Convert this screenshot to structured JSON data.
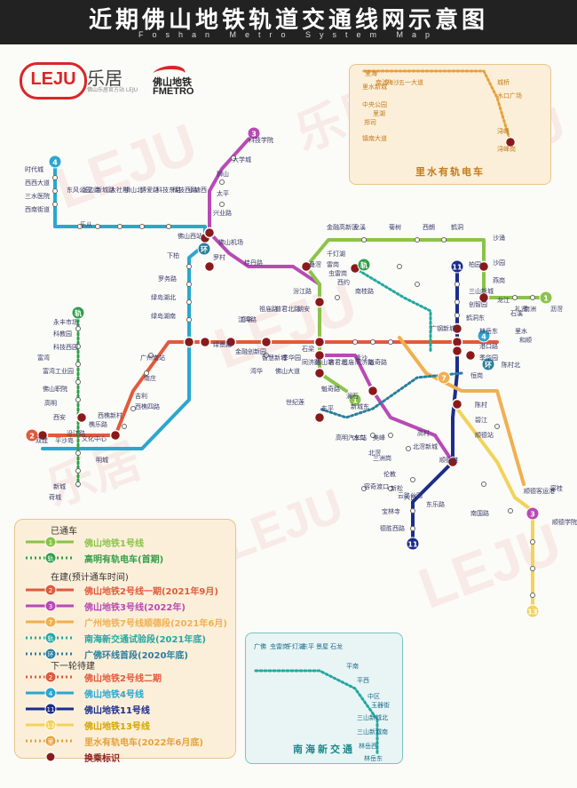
{
  "header": {
    "title": "近期佛山地铁轨道交通线网示意图",
    "subtitle": "Foshan Metro System Map"
  },
  "logos": {
    "leju_badge": "LEJU",
    "leju_cn": "乐居",
    "leju_sub": "佛山乐居官方站 LEJU",
    "fmetro_cn": "佛山地铁",
    "fmetro_en": "FMETRO"
  },
  "watermarks": [
    "LEJU",
    "乐居",
    "LEJU",
    "乐居",
    "LEJU",
    "LEJU",
    "乐居",
    "LEJU"
  ],
  "colors": {
    "line1": "#8bc34a",
    "line2": "#e15a3c",
    "line3": "#b84ab5",
    "line4": "#2aa7cf",
    "line7": "#f0b050",
    "line11": "#1c2d8a",
    "line13": "#f2d35a",
    "loop": "#2a7f9e",
    "nanhai": "#23a8a0",
    "gaoming": "#2fa04a",
    "transfer": "#8a1a1a"
  },
  "line_badges": [
    {
      "text": "1",
      "color": "#8bc34a"
    },
    {
      "text": "1",
      "color": "#8bc34a"
    },
    {
      "text": "2",
      "color": "#e15a3c"
    },
    {
      "text": "3",
      "color": "#b84ab5"
    },
    {
      "text": "3",
      "color": "#b84ab5"
    },
    {
      "text": "4",
      "color": "#2aa7cf"
    },
    {
      "text": "4",
      "color": "#2aa7cf"
    },
    {
      "text": "7",
      "color": "#f0b050"
    },
    {
      "text": "11",
      "color": "#1c2d8a"
    },
    {
      "text": "11",
      "color": "#1c2d8a"
    },
    {
      "text": "13",
      "color": "#f2d35a"
    },
    {
      "text": "环",
      "color": "#2a7f9e"
    },
    {
      "text": "环",
      "color": "#2a7f9e"
    },
    {
      "text": "轨",
      "color": "#2fa04a"
    },
    {
      "text": "轨",
      "color": "#2fa04a"
    }
  ],
  "stations": [
    "时代城",
    "西西大道",
    "三水医院",
    "西南街道",
    "东风公园",
    "张边路",
    "新城路",
    "大社村",
    "狮山北",
    "博爱路",
    "科技东路",
    "科技西路",
    "小塘西",
    "科技学院",
    "大学城",
    "狮山",
    "太平",
    "兴业路",
    "佛山西站",
    "佛山机场",
    "罗村",
    "桂丹路",
    "下柏",
    "罗务路",
    "绿岛湖北",
    "绿岛湖南",
    "金融高新区",
    "龙溪",
    "菊树",
    "西朗",
    "鹤洞",
    "沙涌",
    "千灯湖",
    "雷岗",
    "虫雷岗",
    "叠滘",
    "西约",
    "南桂路",
    "礼贤",
    "沙园",
    "燕岗",
    "南洲",
    "石溪",
    "沥滘",
    "祖庙路",
    "普君北路",
    "朝安",
    "季华园",
    "同济路",
    "魁奇路",
    "澜石",
    "世纪莲",
    "东平",
    "新城东",
    "三山新城",
    "创智园",
    "鹤洞东",
    "广钢新城",
    "柏园",
    "汾江路",
    "湾华",
    "江湾路",
    "绿景路",
    "金融创新园",
    "智慧新城",
    "佛山大道",
    "湾华",
    "石梁",
    "佛山站",
    "普君北",
    "祖庙",
    "同济路",
    "魁奇路",
    "季华园",
    "林岳东",
    "港口路",
    "陈村北",
    "广州南站",
    "南庄",
    "吉利",
    "西樵四路",
    "西樵新村",
    "樵乐路",
    "恒岗",
    "陈村",
    "碧江",
    "顺德站",
    "永丰市场",
    "科教园",
    "科技西园",
    "富湾",
    "富湾工业园",
    "佛山职院",
    "高明",
    "西安",
    "双建",
    "平沙岛",
    "沿江路",
    "文化中心",
    "明城",
    "新城",
    "荷城",
    "高明汽车站",
    "水口",
    "美峰",
    "北滘",
    "高村",
    "北滘新城",
    "三洲岗",
    "伦教",
    "顺德港",
    "云路公园",
    "宝林寺",
    "德胜西路",
    "容奇渡口",
    "新松",
    "大良",
    "东乐路",
    "南国路",
    "容桂",
    "顺德学院",
    "顺德客运港",
    "逢沙",
    "乐从",
    "龙江",
    "里水",
    "和顺",
    "金沙洲"
  ],
  "tram_box": {
    "title": "里水有轨电车",
    "stations": [
      "里海",
      "南浦",
      "梅沙",
      "五一大道",
      "里湖",
      "城桥",
      "水口广场",
      "里水新城",
      "中央公园",
      "郑司",
      "镇南大道",
      "浔峰",
      "浔峰岗"
    ]
  },
  "nh_box": {
    "title": "南海新交通",
    "stations": [
      "广佛",
      "虫雷岗",
      "千灯湖",
      "东平",
      "景屋",
      "石龙",
      "平南",
      "平西",
      "中区",
      "三山新城北",
      "三山新城南",
      "林岳西",
      "林岳东",
      "玉器街"
    ]
  },
  "legend": {
    "section_open": "已通车",
    "section_building": "在建(预计通车时间)",
    "section_next": "下一轮待建",
    "items": [
      {
        "label": "佛山地铁1号线",
        "badge": "1",
        "color": "#8bc34a",
        "style": "solid"
      },
      {
        "label": "高明有轨电车(首期)",
        "badge": "轨",
        "color": "#2fa04a",
        "style": "dotted"
      },
      {
        "label": "佛山地铁2号线一期(2021年9月)",
        "badge": "2",
        "color": "#e15a3c",
        "style": "solid"
      },
      {
        "label": "佛山地铁3号线(2022年)",
        "badge": "3",
        "color": "#b84ab5",
        "style": "solid"
      },
      {
        "label": "广州地铁7号线顺德段(2021年6月)",
        "badge": "7",
        "color": "#f0b050",
        "style": "solid"
      },
      {
        "label": "南海新交通试验段(2021年底)",
        "badge": "轨",
        "color": "#23a8a0",
        "style": "dotted"
      },
      {
        "label": "广佛环线首段(2020年底)",
        "badge": "环",
        "color": "#2a7f9e",
        "style": "dotted"
      },
      {
        "label": "佛山地铁2号线二期",
        "badge": "2",
        "color": "#e15a3c",
        "style": "dotted"
      },
      {
        "label": "佛山地铁4号线",
        "badge": "4",
        "color": "#2aa7cf",
        "style": "solid"
      },
      {
        "label": "佛山地铁11号线",
        "badge": "11",
        "color": "#1c2d8a",
        "style": "solid"
      },
      {
        "label": "佛山地铁13号线",
        "badge": "13",
        "color": "#f2d35a",
        "style": "solid"
      },
      {
        "label": "里水有轨电车(2022年6月底)",
        "badge": "里",
        "color": "#e6a13a",
        "style": "dotted"
      }
    ],
    "transfer_label": "换乘标识"
  }
}
